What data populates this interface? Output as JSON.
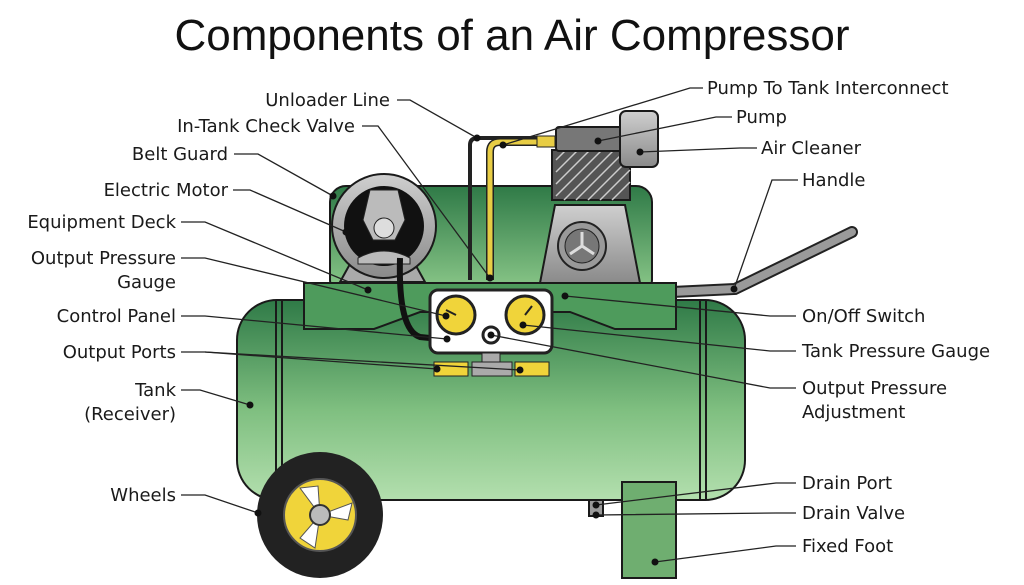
{
  "title": "Components of an Air Compressor",
  "labels_left": {
    "unloader_line": "Unloader Line",
    "in_tank_check_valve": "In-Tank Check Valve",
    "belt_guard": "Belt Guard",
    "electric_motor": "Electric Motor",
    "equipment_deck": "Equipment Deck",
    "output_pressure_gauge": [
      "Output Pressure",
      "Gauge"
    ],
    "control_panel": "Control Panel",
    "output_ports": "Output Ports",
    "tank": [
      "Tank",
      "(Receiver)"
    ],
    "wheels": "Wheels"
  },
  "labels_right": {
    "pump_to_tank_interconnect": "Pump To Tank Interconnect",
    "pump": "Pump",
    "air_cleaner": "Air Cleaner",
    "handle": "Handle",
    "on_off_switch": "On/Off Switch",
    "tank_pressure_gauge": "Tank Pressure Gauge",
    "output_pressure_adjustment": [
      "Output Pressure",
      "Adjustment"
    ],
    "drain_port": "Drain Port",
    "drain_valve": "Drain Valve",
    "fixed_foot": "Fixed Foot"
  },
  "colors": {
    "dark_green": "#2f7a47",
    "light_green": "#a9d8a6",
    "gray": "#9a9a9a",
    "yellow": "#f0d43a"
  }
}
